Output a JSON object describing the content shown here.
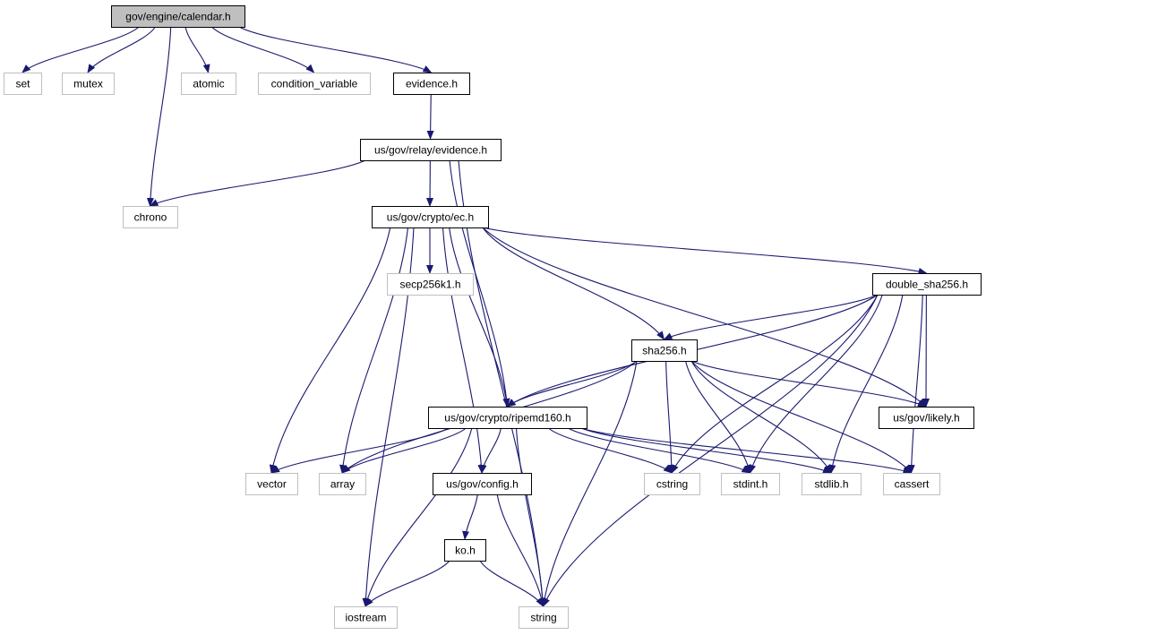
{
  "graph": {
    "colors": {
      "edge": "#191970",
      "root_fill": "#bfbfbf",
      "local_border": "#000000",
      "system_border": "#bfbfbf",
      "background": "#ffffff"
    },
    "nodes": {
      "calendar": {
        "label": "gov/engine/calendar.h",
        "kind": "root"
      },
      "set": {
        "label": "set",
        "kind": "system"
      },
      "mutex": {
        "label": "mutex",
        "kind": "system"
      },
      "atomic": {
        "label": "atomic",
        "kind": "system"
      },
      "condition_variable": {
        "label": "condition_variable",
        "kind": "system"
      },
      "evidence": {
        "label": "evidence.h",
        "kind": "local"
      },
      "relay_evidence": {
        "label": "us/gov/relay/evidence.h",
        "kind": "local"
      },
      "chrono": {
        "label": "chrono",
        "kind": "system"
      },
      "ec": {
        "label": "us/gov/crypto/ec.h",
        "kind": "local"
      },
      "secp256k1": {
        "label": "secp256k1.h",
        "kind": "system"
      },
      "double_sha256": {
        "label": "double_sha256.h",
        "kind": "local"
      },
      "sha256": {
        "label": "sha256.h",
        "kind": "local"
      },
      "ripemd160": {
        "label": "us/gov/crypto/ripemd160.h",
        "kind": "local"
      },
      "likely": {
        "label": "us/gov/likely.h",
        "kind": "local"
      },
      "vector": {
        "label": "vector",
        "kind": "system"
      },
      "array": {
        "label": "array",
        "kind": "system"
      },
      "config": {
        "label": "us/gov/config.h",
        "kind": "local"
      },
      "cstring": {
        "label": "cstring",
        "kind": "system"
      },
      "stdint": {
        "label": "stdint.h",
        "kind": "system"
      },
      "stdlib": {
        "label": "stdlib.h",
        "kind": "system"
      },
      "cassert": {
        "label": "cassert",
        "kind": "system"
      },
      "ko": {
        "label": "ko.h",
        "kind": "local"
      },
      "iostream": {
        "label": "iostream",
        "kind": "system"
      },
      "string": {
        "label": "string",
        "kind": "system"
      }
    },
    "edges": [
      [
        "calendar",
        "set"
      ],
      [
        "calendar",
        "mutex"
      ],
      [
        "calendar",
        "atomic"
      ],
      [
        "calendar",
        "condition_variable"
      ],
      [
        "calendar",
        "evidence"
      ],
      [
        "calendar",
        "chrono"
      ],
      [
        "evidence",
        "relay_evidence"
      ],
      [
        "relay_evidence",
        "chrono"
      ],
      [
        "relay_evidence",
        "ec"
      ],
      [
        "relay_evidence",
        "ripemd160"
      ],
      [
        "relay_evidence",
        "string"
      ],
      [
        "ec",
        "secp256k1"
      ],
      [
        "ec",
        "double_sha256"
      ],
      [
        "ec",
        "sha256"
      ],
      [
        "ec",
        "ripemd160"
      ],
      [
        "ec",
        "likely"
      ],
      [
        "ec",
        "vector"
      ],
      [
        "ec",
        "array"
      ],
      [
        "ec",
        "config"
      ],
      [
        "ec",
        "iostream"
      ],
      [
        "double_sha256",
        "sha256"
      ],
      [
        "double_sha256",
        "ripemd160"
      ],
      [
        "double_sha256",
        "likely"
      ],
      [
        "double_sha256",
        "cstring"
      ],
      [
        "double_sha256",
        "stdint"
      ],
      [
        "double_sha256",
        "stdlib"
      ],
      [
        "double_sha256",
        "cassert"
      ],
      [
        "double_sha256",
        "string"
      ],
      [
        "sha256",
        "ripemd160"
      ],
      [
        "sha256",
        "likely"
      ],
      [
        "sha256",
        "array"
      ],
      [
        "sha256",
        "cstring"
      ],
      [
        "sha256",
        "stdint"
      ],
      [
        "sha256",
        "stdlib"
      ],
      [
        "sha256",
        "cassert"
      ],
      [
        "sha256",
        "string"
      ],
      [
        "ripemd160",
        "vector"
      ],
      [
        "ripemd160",
        "array"
      ],
      [
        "ripemd160",
        "config"
      ],
      [
        "ripemd160",
        "cstring"
      ],
      [
        "ripemd160",
        "stdint"
      ],
      [
        "ripemd160",
        "stdlib"
      ],
      [
        "ripemd160",
        "cassert"
      ],
      [
        "ripemd160",
        "iostream"
      ],
      [
        "ripemd160",
        "string"
      ],
      [
        "config",
        "ko"
      ],
      [
        "config",
        "string"
      ],
      [
        "ko",
        "iostream"
      ],
      [
        "ko",
        "string"
      ]
    ]
  }
}
